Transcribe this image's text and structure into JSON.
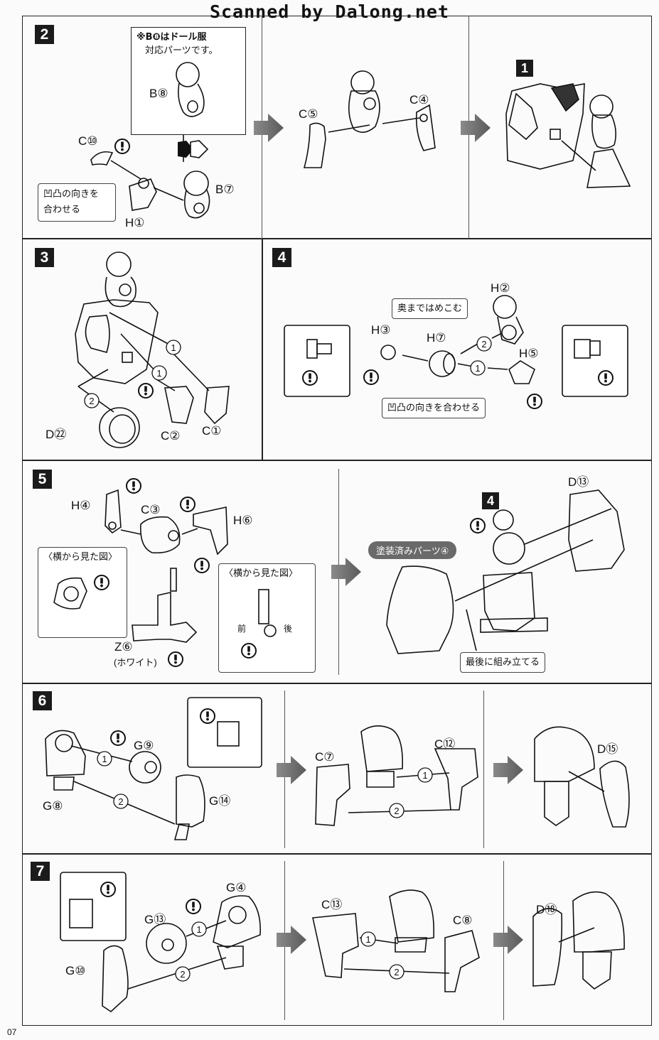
{
  "watermark": "Scanned by Dalong.net",
  "page_number": "07",
  "steps": [
    {
      "num": "2",
      "note": "※B⑧はドール服対応パーツです。",
      "note_line1": "※B❽はドール服",
      "note_line2": "対応パーツです。",
      "callout_line1": "凹凸の向きを",
      "callout_line2": "合わせる",
      "parts": [
        "C⑩",
        "H①",
        "B⑧",
        "B⑦",
        "C⑤",
        "C④"
      ],
      "sub_step_badge": "1"
    },
    {
      "num": "3",
      "parts": [
        "D㉒",
        "C②",
        "C①"
      ]
    },
    {
      "num": "4",
      "callout_top": "奥まではめこむ",
      "callout_bottom": "凹凸の向きを合わせる",
      "parts": [
        "H②",
        "H③",
        "H⑦",
        "H⑤"
      ]
    },
    {
      "num": "5",
      "side_view_left": "〈横から見た図〉",
      "side_view_right": "〈横から見た図〉",
      "front": "前",
      "back": "後",
      "painted_part": "塗装済みパーツ④",
      "final_assembly": "最後に組み立てる",
      "white": "(ホワイト)",
      "parts": [
        "H④",
        "C③",
        "H⑥",
        "Z⑥",
        "D⑬"
      ],
      "sub_step_badge": "4"
    },
    {
      "num": "6",
      "parts": [
        "G⑨",
        "G⑧",
        "G⑭",
        "C⑦",
        "C⑫",
        "D⑮"
      ]
    },
    {
      "num": "7",
      "parts": [
        "G⑬",
        "G④",
        "G⑩",
        "C⑬",
        "C⑧",
        "D⑱"
      ]
    }
  ]
}
